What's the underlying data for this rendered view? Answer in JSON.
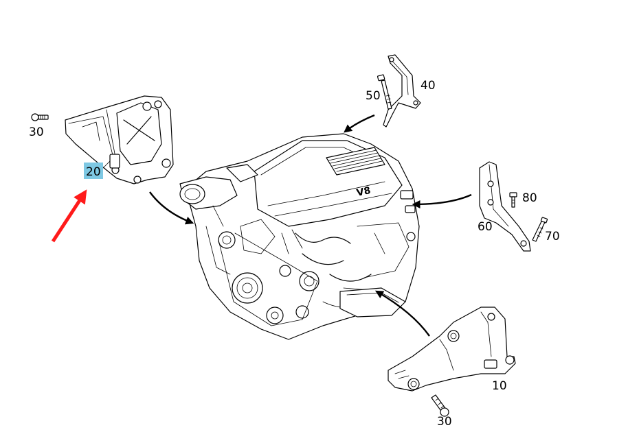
{
  "callouts": {
    "c10": "10",
    "c20": "20",
    "c30a": "30",
    "c30b": "30",
    "c40": "40",
    "c50": "50",
    "c60": "60",
    "c70": "70",
    "c80": "80"
  },
  "engine_badge": "V8",
  "highlight": {
    "label": "20",
    "color": "#7ec8e3"
  },
  "pointer_color": "#ff1a1a"
}
